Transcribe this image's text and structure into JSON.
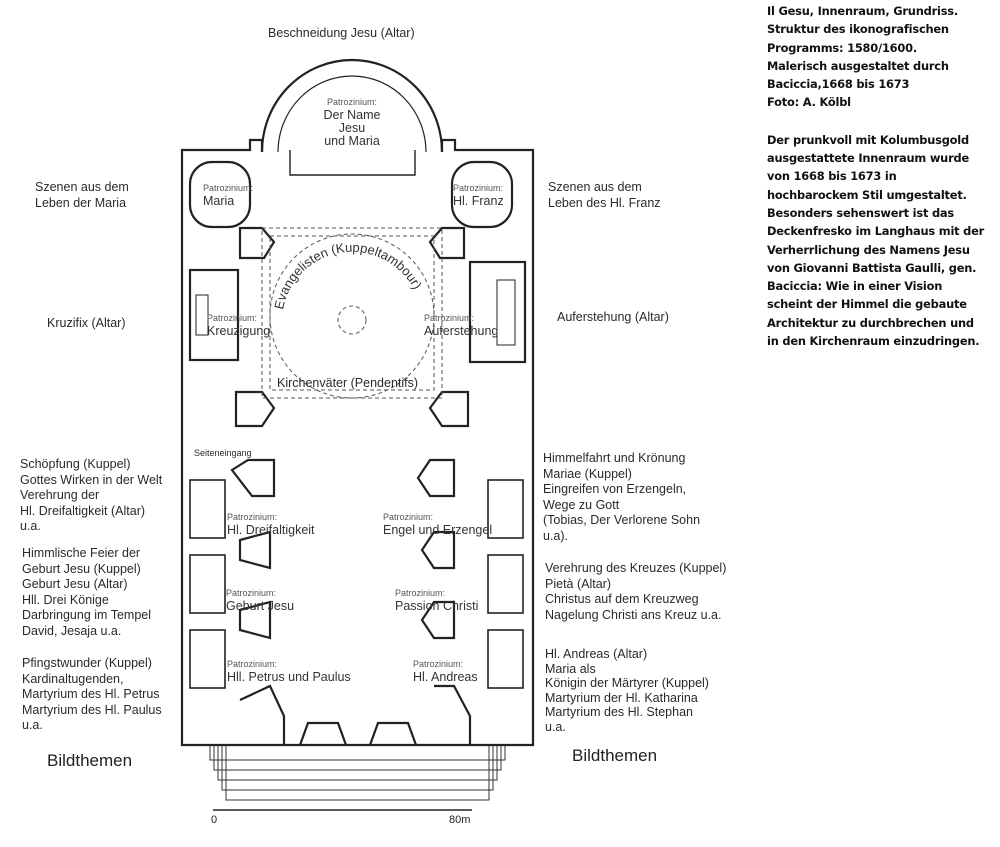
{
  "plan": {
    "top_label": "Beschneidung Jesu (Altar)",
    "patrozinium_word": "Patrozinium:",
    "apse": [
      "Der Name",
      "Jesu",
      "und Maria"
    ],
    "left_transept_scenes": [
      "Szenen aus dem",
      "Leben der Maria"
    ],
    "right_transept_scenes": [
      "Szenen aus dem",
      "Leben des Hl. Franz"
    ],
    "chapel_maria": "Maria",
    "chapel_franz": "Hl. Franz",
    "left_altar": "Kruzifix (Altar)",
    "right_altar": "Auferstehung (Altar)",
    "kreuzigung": "Kreuzigung",
    "auferstehung": "Auferstehung",
    "dome_drum": "Evangelisten (Kuppeltambour)",
    "pendentives": "Kirchenväter (Pendentifs)",
    "side_entrance": "Seiteneingang",
    "chapels_left": [
      "Hl. Dreifaltigkeit",
      "Geburt Jesu",
      "Hll. Petrus und Paulus"
    ],
    "chapels_right": [
      "Engel und Erzengel",
      "Passion Christi",
      "Hl. Andreas"
    ],
    "left_blocks": [
      [
        "Schöpfung (Kuppel)",
        "Gottes Wirken in der Welt",
        "Verehrung der",
        "Hl. Dreifaltigkeit (Altar)",
        "u.a."
      ],
      [
        "Himmlische Feier der",
        "Geburt Jesu (Kuppel)",
        "Geburt Jesu (Altar)",
        "Hll. Drei Könige",
        "Darbringung im Tempel",
        "David, Jesaja u.a."
      ],
      [
        "Pfingstwunder (Kuppel)",
        "Kardinaltugenden,",
        "Martyrium des Hl. Petrus",
        "Martyrium des Hl. Paulus",
        "u.a."
      ]
    ],
    "right_blocks": [
      [
        "Himmelfahrt und Krönung",
        "Mariae (Kuppel)",
        "Eingreifen von Erzengeln,",
        "Wege zu Gott",
        "(Tobias, Der Verlorene Sohn",
        "u.a)."
      ],
      [
        "Verehrung des Kreuzes (Kuppel)",
        "Pietà (Altar)",
        "Christus auf dem Kreuzweg",
        "Nagelung Christi ans Kreuz u.a."
      ],
      [
        "Hl. Andreas (Altar)",
        "Maria als",
        "Königin der Märtyrer (Kuppel)",
        "Martyrium der Hl. Katharina",
        "Martyrium des Hl. Stephan",
        "u.a."
      ]
    ],
    "legend_left": "Bildthemen",
    "legend_right": "Bildthemen",
    "scale_start": "0",
    "scale_end": "80m"
  },
  "notes": {
    "caption": [
      "Il Gesu, Innenraum, Grundriss.",
      "Struktur des ikonografischen",
      "Programms: 1580/1600.",
      "Malerisch ausgestaltet durch",
      "Baciccia,1668 bis 1673",
      "Foto: A. Kölbl"
    ],
    "body": [
      "Der prunkvoll mit Kolumbusgold",
      "ausgestattete Innenraum wurde",
      "von 1668 bis 1673 in",
      "hochbarockem Stil umgestaltet.",
      "Besonders sehenswert ist das",
      "Deckenfresko im Langhaus mit der",
      "Verherrlichung des Namens Jesu",
      "von Giovanni Battista Gaulli, gen.",
      "Baciccia: Wie in einer Vision",
      "scheint der Himmel die gebaute",
      "Architektur zu durchbrechen und",
      "in den Kirchenraum einzudringen."
    ]
  }
}
